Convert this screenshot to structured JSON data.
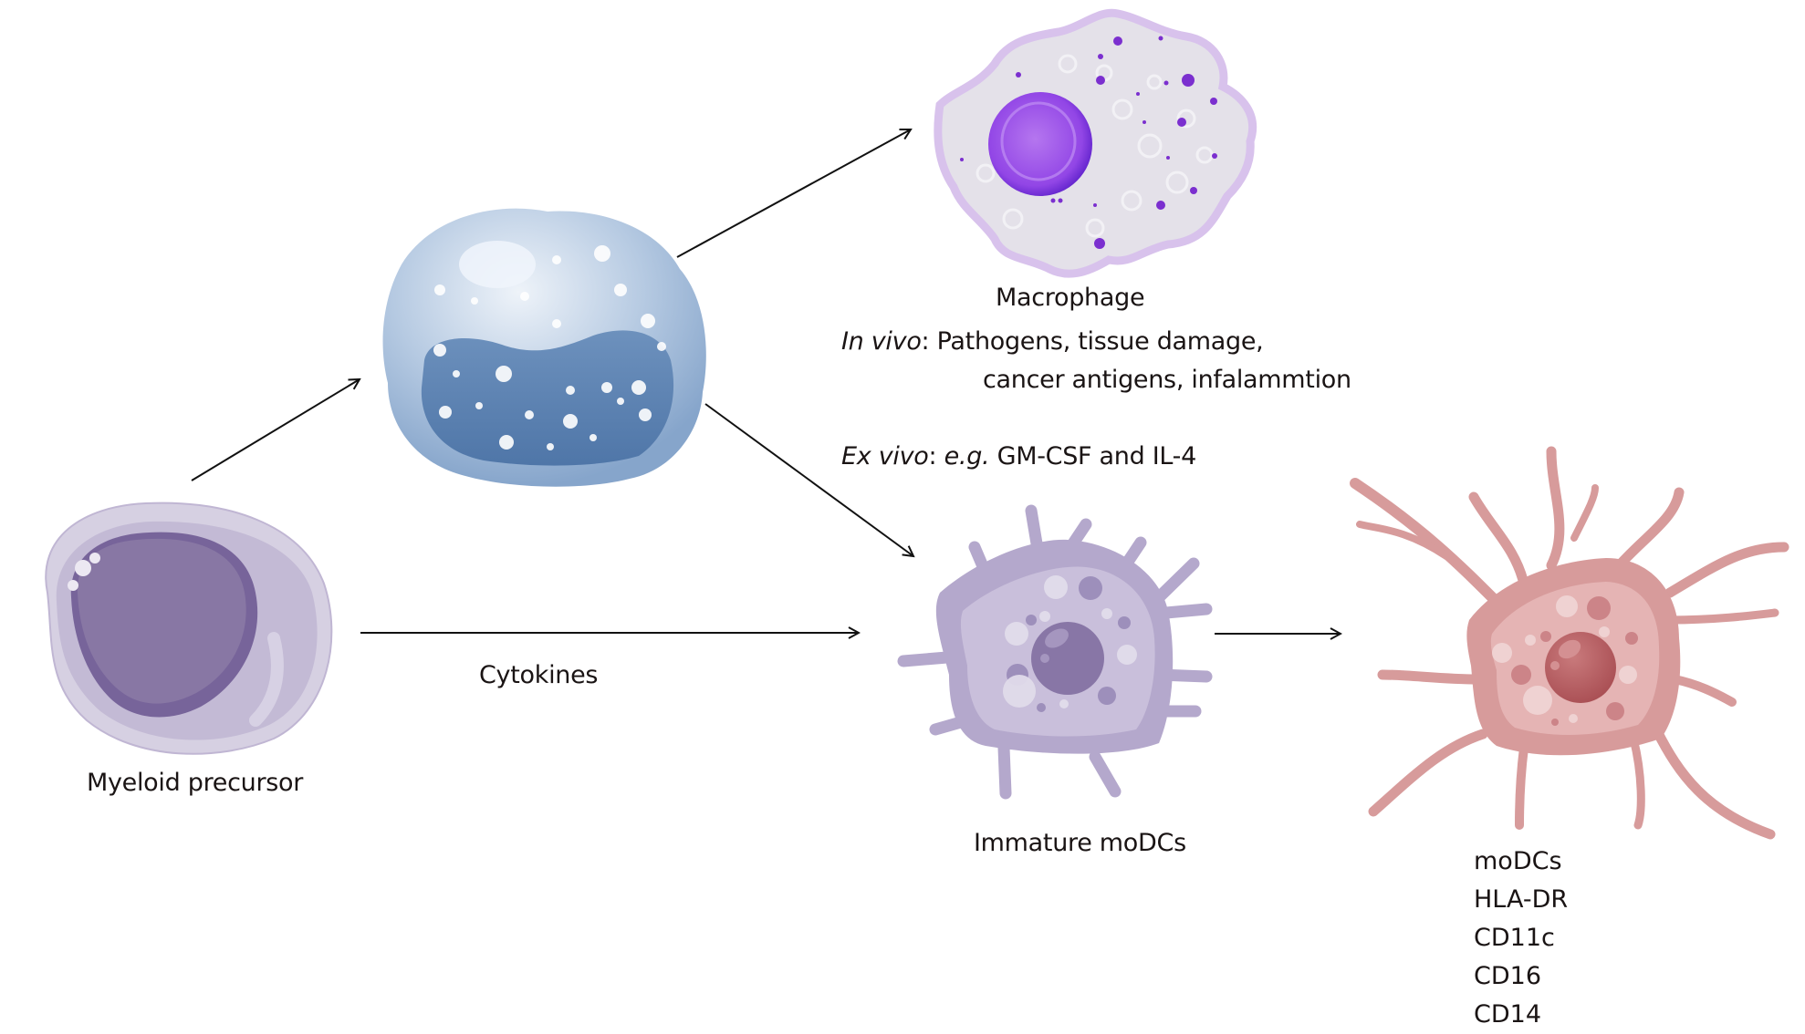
{
  "figure": {
    "cells": [
      {
        "id": "myeloid-precursor",
        "label": "Myeloid precursor",
        "colors": {
          "membrane": "#d3cde0",
          "cytoplasm": "#c2b9d3",
          "nucleus": "#8776a3",
          "nucleus_rim": "#77649a"
        }
      },
      {
        "id": "monocyte",
        "label": "",
        "colors": {
          "cytoplasm": "#a9c0dc",
          "cytoplasm_light": "#e6eef6",
          "nucleus": "#5f84b2"
        }
      },
      {
        "id": "macrophage",
        "label": "Macrophage",
        "colors": {
          "membrane": "#dcc8ec",
          "cytoplasm": "#e4e2e8",
          "nucleus": "#8a3fe0",
          "nucleus_rim": "#5a1ec8",
          "granules": "#7b2fcf"
        }
      },
      {
        "id": "immature-modc",
        "label": "Immature moDCs",
        "colors": {
          "body": "#b4a8cc",
          "inner": "#c8bedb",
          "nucleus": "#8a78a8",
          "vesicle_light": "#e0dbea",
          "vesicle_dark": "#9d8fbb"
        }
      },
      {
        "id": "mature-modc",
        "label": "moDCs",
        "colors": {
          "body": "#d79b9b",
          "inner": "#e5b5b5",
          "nucleus": "#b95a5e",
          "vesicle_light": "#efd2d2",
          "vesicle_dark": "#cc8488"
        }
      }
    ],
    "arrows": [
      {
        "from": "myeloid-precursor",
        "to": "monocyte"
      },
      {
        "from": "monocyte",
        "to": "macrophage"
      },
      {
        "from": "monocyte",
        "to": "immature-modc"
      },
      {
        "from": "myeloid-precursor",
        "to": "immature-modc",
        "label": "Cytokines"
      },
      {
        "from": "immature-modc",
        "to": "mature-modc"
      }
    ],
    "in_vivo": {
      "prefix": "In vivo",
      "sep": ": ",
      "line1": "Pathogens, tissue damage,",
      "line2": "cancer antigens, infalammtion"
    },
    "ex_vivo": {
      "prefix": "Ex vivo",
      "sep": ": ",
      "eg": "e.g.",
      "text": " GM-CSF and IL-4"
    },
    "markers": [
      "moDCs",
      "HLA-DR",
      "CD11c",
      "CD16",
      "CD14"
    ]
  }
}
